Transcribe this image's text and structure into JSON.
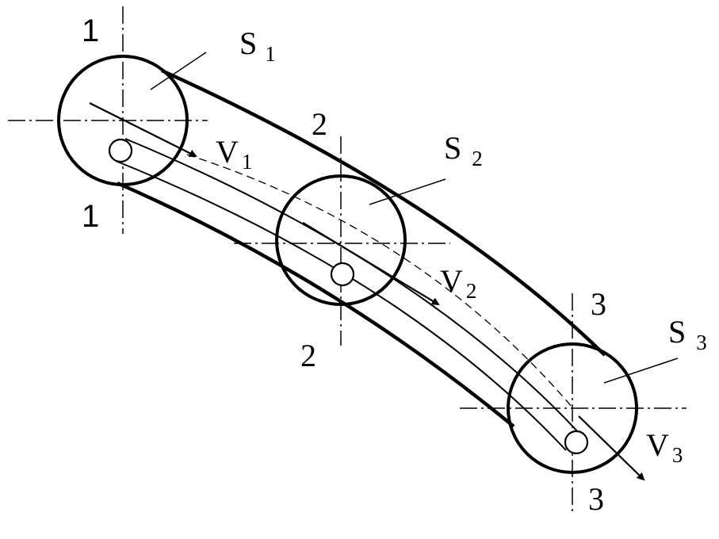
{
  "sections": [
    {
      "label": "1",
      "area": {
        "letter": "S",
        "sub": "1"
      },
      "velocity": {
        "letter": "V",
        "sub": "1"
      }
    },
    {
      "label": "2",
      "area": {
        "letter": "S",
        "sub": "2"
      },
      "velocity": {
        "letter": "V",
        "sub": "2"
      }
    },
    {
      "label": "3",
      "area": {
        "letter": "S",
        "sub": "3"
      },
      "velocity": {
        "letter": "V",
        "sub": "3"
      }
    }
  ]
}
